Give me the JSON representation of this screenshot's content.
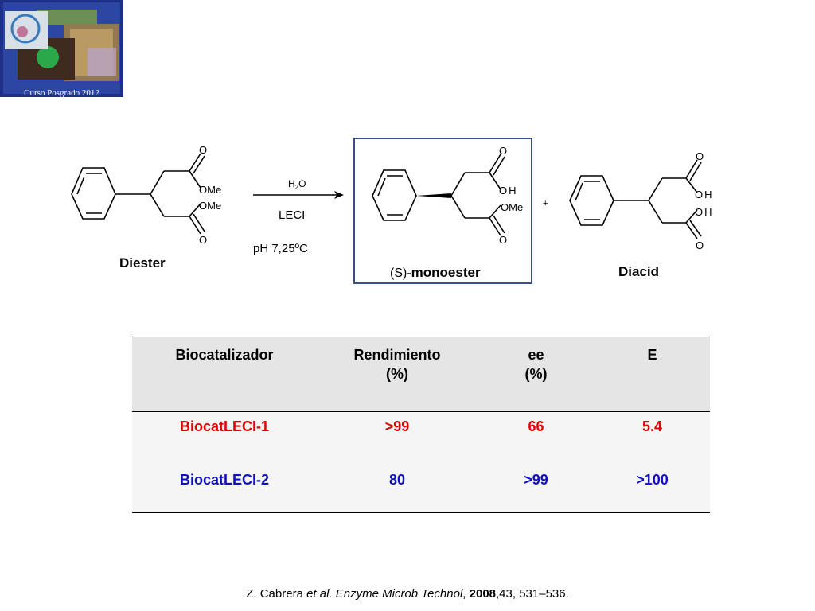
{
  "logo": {
    "caption": "Curso Posgrado 2012"
  },
  "scheme": {
    "diester": {
      "label": "Diester",
      "o_top": "O",
      "ome_top": "OMe",
      "ome_bottom": "OMe",
      "o_bottom": "O"
    },
    "conditions": {
      "water_h": "H",
      "water_sub": "2",
      "water_o": "O",
      "enzyme": "LECI",
      "ph": "pH 7,25ºC"
    },
    "monoester": {
      "label_prefix": "(S)-",
      "label_main": "monoester",
      "o_top": "O",
      "oh": "OH",
      "ome": "OMe",
      "o_bottom": "O"
    },
    "plus": "+",
    "diacid": {
      "label": "Diacid",
      "o_top": "O",
      "oh_top": "OH",
      "oh_bottom": "OH",
      "o_bottom": "O"
    }
  },
  "table": {
    "headers": [
      {
        "line1": "Biocatalizador",
        "line2": ""
      },
      {
        "line1": "Rendimiento",
        "line2": "(%)"
      },
      {
        "line1": "ee",
        "line2": "(%)"
      },
      {
        "line1": "E",
        "line2": ""
      }
    ],
    "rows": [
      {
        "name": "BiocatLECI-1",
        "yield": ">99",
        "ee": "66",
        "e": "5.4"
      },
      {
        "name": "BiocatLECI-2",
        "yield": "80",
        "ee": ">99",
        "e": ">100"
      }
    ],
    "colors": {
      "row1": "#e00000",
      "row2": "#1010c0",
      "highlight_box": "#3a4f8a"
    }
  },
  "citation": {
    "authors": "Z. Cabrera ",
    "etal": "et al.",
    "journal": "Enzyme Microb Technol",
    "year": "2008",
    "rest": ",43, 531–536."
  }
}
